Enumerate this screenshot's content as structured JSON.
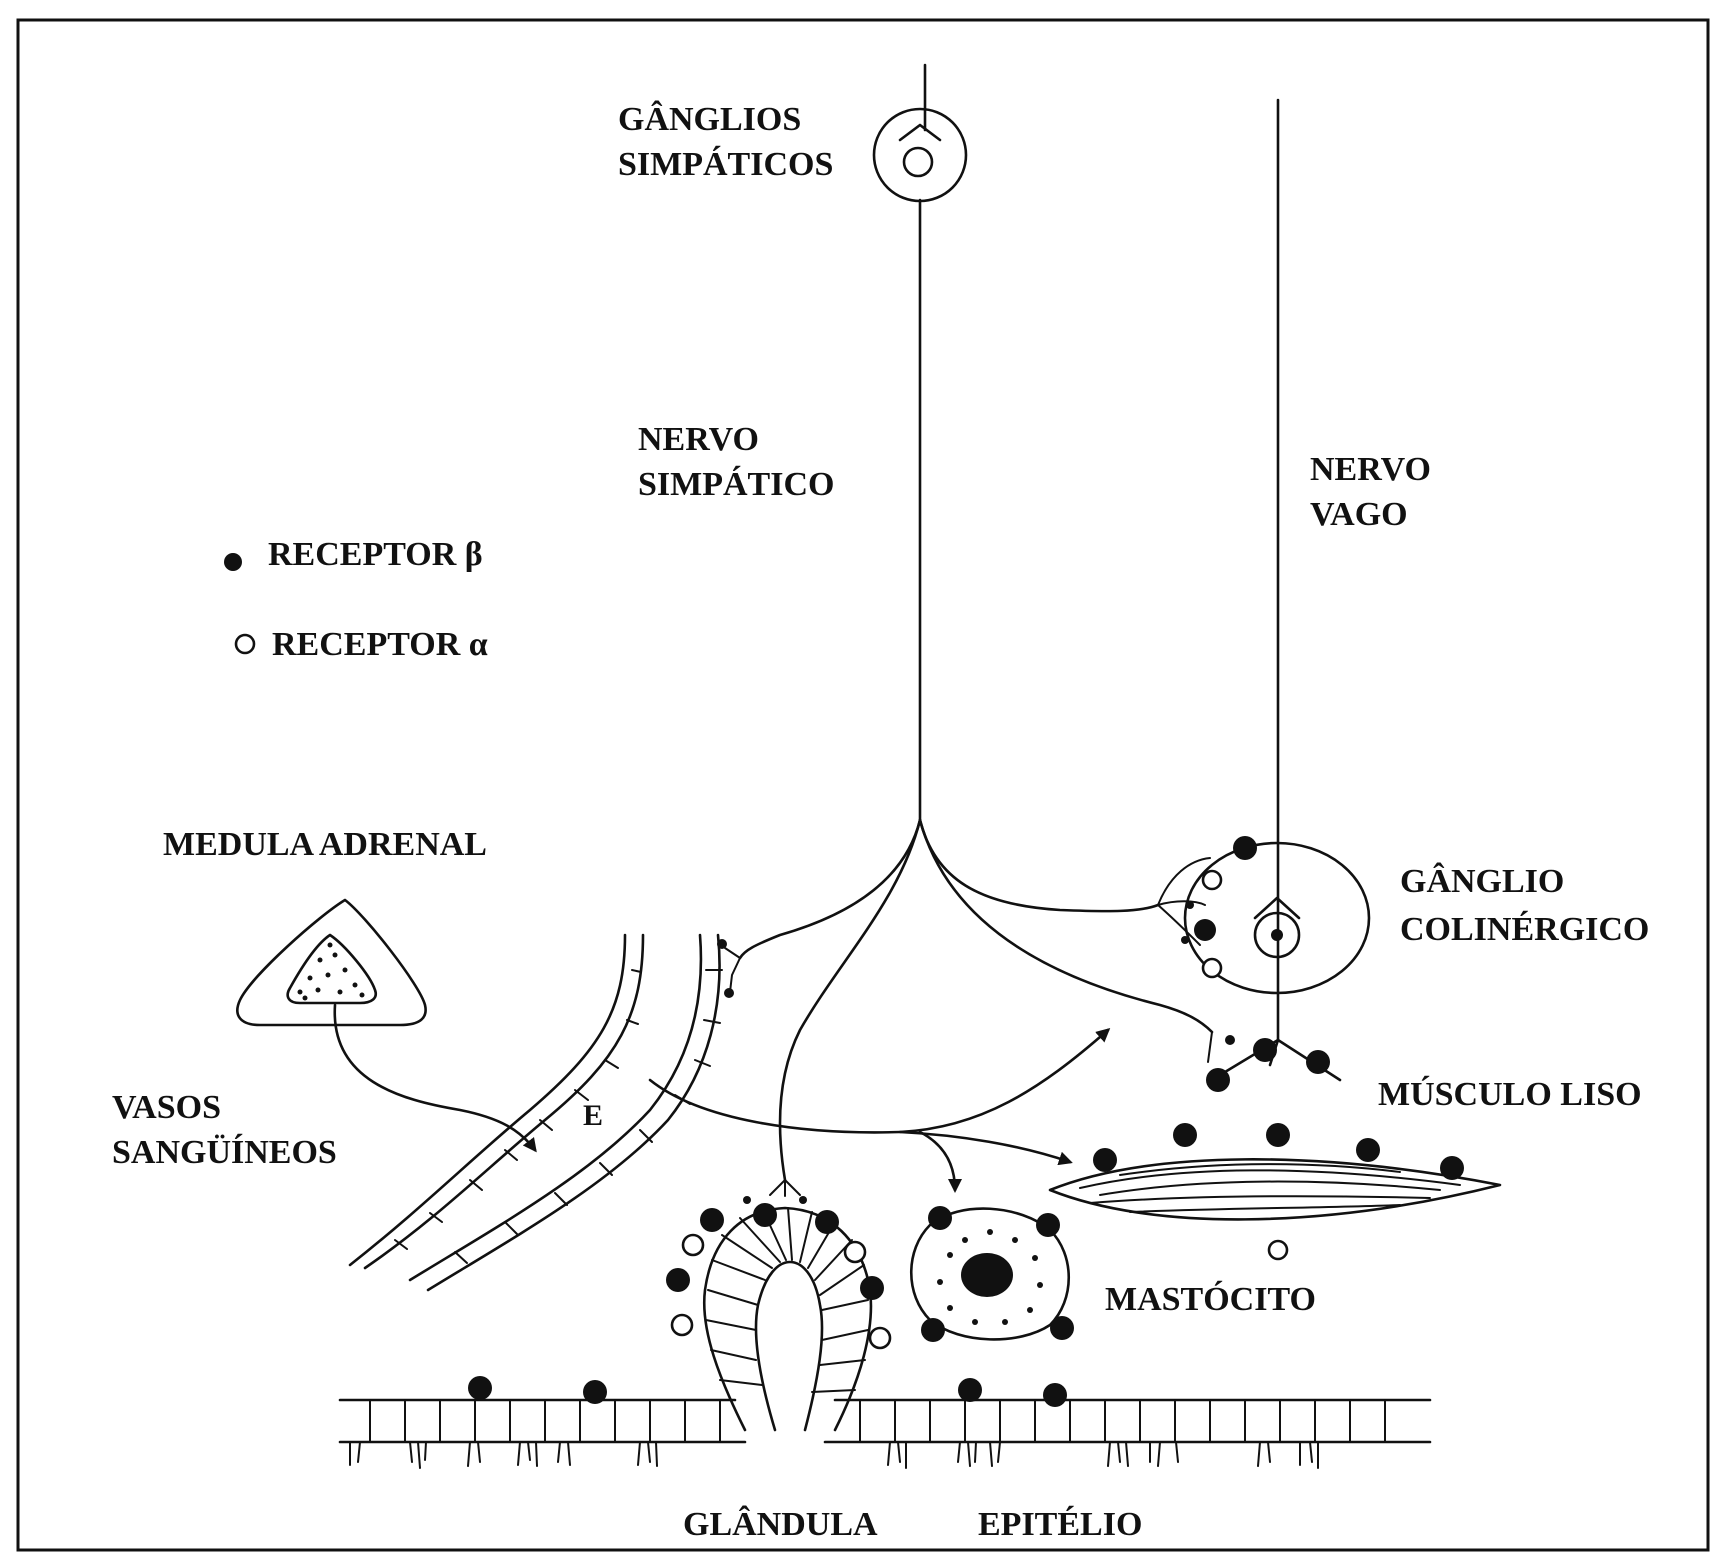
{
  "labels": {
    "ganglios_line1": "GÂNGLIOS",
    "ganglios_line2": "SIMPÁTICOS",
    "nervo_simpatico_line1": "NERVO",
    "nervo_simpatico_line2": "SIMPÁTICO",
    "nervo_vago_line1": "NERVO",
    "nervo_vago_line2": "VAGO",
    "receptor_beta": "RECEPTOR β",
    "receptor_alpha": "RECEPTOR α",
    "medula_adrenal": "MEDULA ADRENAL",
    "ganglio_line1": "GÂNGLIO",
    "ganglio_line2": "COLINÉRGICO",
    "vasos_line1": "VASOS",
    "vasos_line2": "SANGÜÍNEOS",
    "e_marker": "E",
    "musculo_liso": "MÚSCULO LISO",
    "mastocito": "MASTÓCITO",
    "glandula": "GLÂNDULA",
    "epitelio": "EPITÉLIO"
  }
}
